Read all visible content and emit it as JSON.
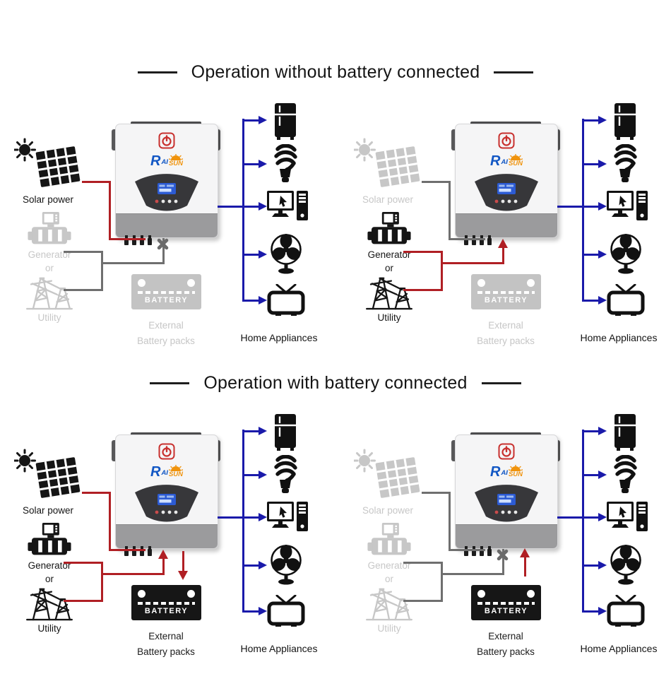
{
  "titles": {
    "without": "Operation without battery connected",
    "with": "Operation with battery connected"
  },
  "labels": {
    "solar": "Solar power",
    "generator": "Generator",
    "or": "or",
    "utility": "Utility",
    "battery": "BATTERY",
    "external": "External",
    "battery_packs": "Battery packs",
    "home_appliances": "Home Appliances"
  },
  "logo": {
    "r": "R",
    "ai": "AI",
    "sun": "SUN"
  },
  "appliance_icons": [
    "refrigerator",
    "cfl-bulb",
    "computer",
    "fan",
    "tv"
  ],
  "colors": {
    "active_line_red": "#b01f24",
    "standby_line_gray": "#6f6f6f",
    "output_line_blue": "#1a1aaa",
    "active_icon_black": "#151515",
    "inactive_icon_gray": "#c7c7c7",
    "battery_active": "#161616",
    "battery_inactive": "#c3c3c3",
    "logo_blue": "#1257c4",
    "logo_orange": "#f0930c",
    "power_button_red": "#c8302e"
  },
  "diagrams": {
    "q1": {
      "solar_state": "active",
      "gen_state": "inactive",
      "solar_line": "red",
      "gen_line": "gray",
      "battery_state": "off",
      "caption_state": "light"
    },
    "q2": {
      "solar_state": "inactive",
      "gen_state": "active",
      "solar_line": "gray",
      "gen_line": "red",
      "battery_state": "off",
      "caption_state": "light"
    },
    "q3": {
      "solar_state": "active",
      "gen_state": "active",
      "solar_line": "red",
      "gen_line": "red",
      "battery_state": "on",
      "caption_state": "dark"
    },
    "q4": {
      "solar_state": "inactive",
      "gen_state": "inactive",
      "solar_line": "gray",
      "gen_line": "gray",
      "battery_state": "on",
      "caption_state": "dark"
    }
  }
}
